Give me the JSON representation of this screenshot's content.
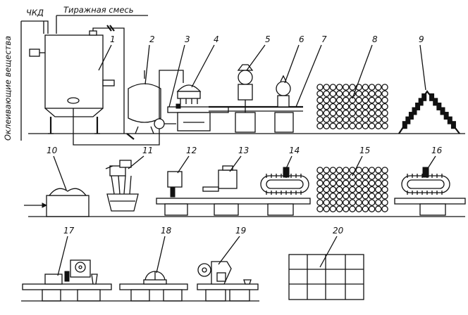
{
  "labels": {
    "ckd": "ЧКД",
    "tirage": "Тиражная смесь",
    "clarifiers": "Оклеивающие вещества"
  },
  "numbers": [
    "1",
    "2",
    "3",
    "4",
    "5",
    "6",
    "7",
    "8",
    "9",
    "10",
    "11",
    "12",
    "13",
    "14",
    "15",
    "16",
    "17",
    "18",
    "19",
    "20"
  ]
}
